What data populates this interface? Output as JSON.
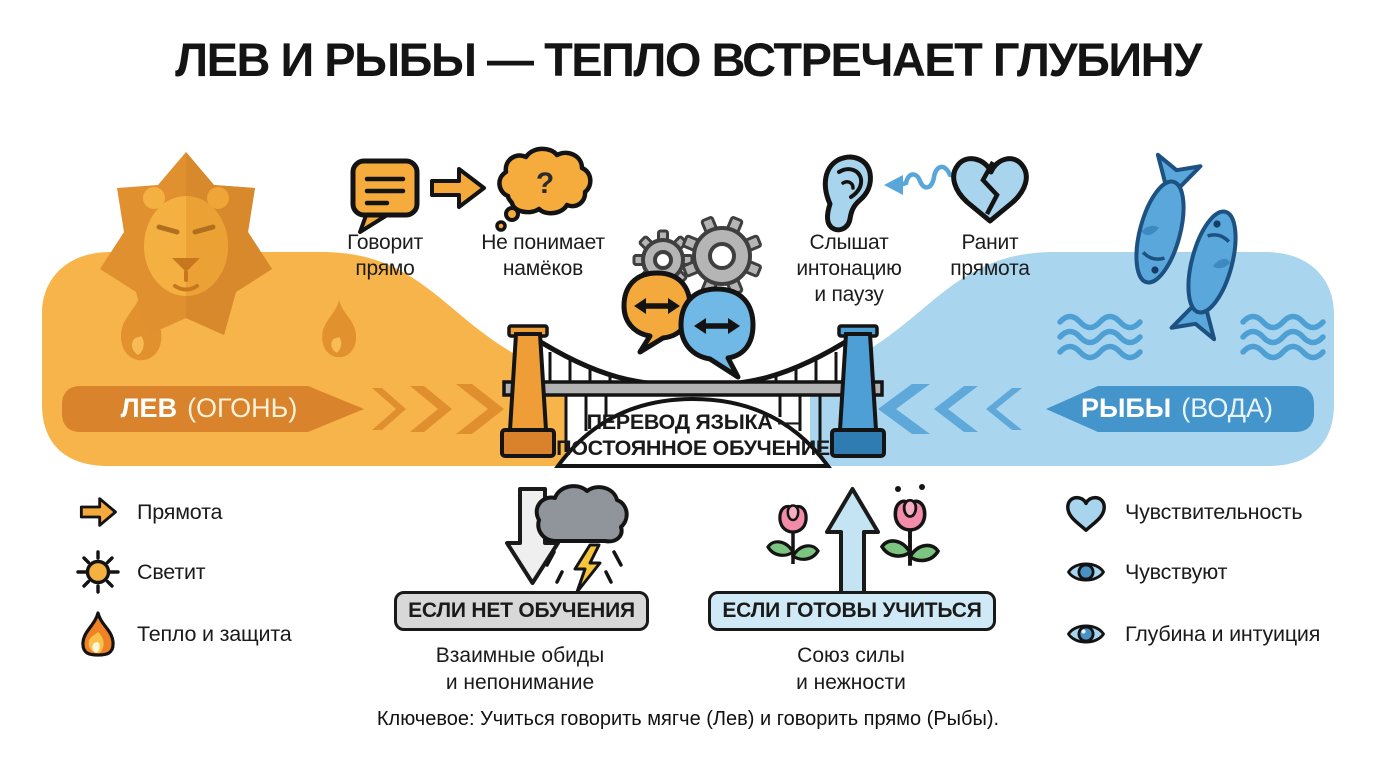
{
  "title": "ЛЕВ И РЫБЫ — ТЕПЛО ВСТРЕЧАЕТ ГЛУБИНУ",
  "icons": {
    "question_mark": "?"
  },
  "leo": {
    "band_name": "ЛЕВ",
    "band_element": "(ОГОНЬ)",
    "traits": [
      {
        "icon": "chat-bubble-icon",
        "label": "Говорит прямо"
      },
      {
        "icon": "thought-cloud-question-icon",
        "label": "Не понимает намёков"
      }
    ],
    "qualities": [
      {
        "icon": "arrow-right-icon",
        "label": "Прямота"
      },
      {
        "icon": "sun-icon",
        "label": "Светит"
      },
      {
        "icon": "flame-icon",
        "label": "Тепло и защита"
      }
    ]
  },
  "pisces": {
    "band_name": "РЫБЫ",
    "band_element": "(ВОДА)",
    "traits": [
      {
        "icon": "ear-icon",
        "label": "Слышат интонацию и паузу"
      },
      {
        "icon": "broken-heart-icon",
        "label": "Ранит прямота"
      }
    ],
    "qualities": [
      {
        "icon": "heart-icon",
        "label": "Чувствительность"
      },
      {
        "icon": "eye-icon",
        "label": "Чувствуют"
      },
      {
        "icon": "eye-icon",
        "label": "Глубина и интуиция"
      }
    ]
  },
  "bridge": {
    "label_line1": "ПЕРЕВОД ЯЗЫКА —",
    "label_line2": "ПОСТОЯННОЕ ОБУЧЕНИЕ"
  },
  "outcomes": {
    "negative": {
      "box_label": "ЕСЛИ НЕТ ОБУЧЕНИЯ",
      "result_line1": "Взаимные обиды",
      "result_line2": "и непонимание"
    },
    "positive": {
      "box_label": "ЕСЛИ ГОТОВЫ УЧИТЬСЯ",
      "result_line1": "Союз силы",
      "result_line2": "и нежности"
    }
  },
  "footnote": "Ключевое: Учиться говорить мягче (Лев) и говорить прямо (Рыбы).",
  "colors": {
    "leo_body": "#F7B44A",
    "leo_band": "#D9832C",
    "pisces_body": "#A9D5EF",
    "pisces_band": "#4495CB",
    "outline": "#141414",
    "negative_box": "#D8D8D8",
    "positive_box": "#CFEAF6",
    "icon_blue": "#A8D4EE",
    "icon_orange": "#F5AC3C"
  }
}
